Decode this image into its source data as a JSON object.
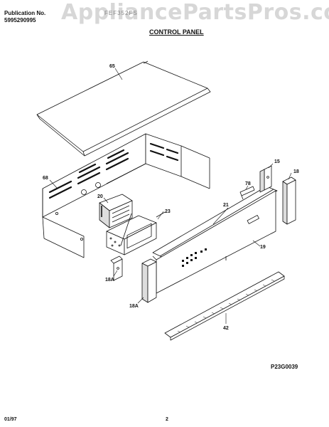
{
  "header": {
    "publication_label": "Publication No.",
    "publication_number": "5995290995",
    "model": "FEF352FS",
    "section_title": "CONTROL PANEL",
    "watermark": "AppliancePartsPros.com"
  },
  "parts": [
    {
      "ref": "65"
    },
    {
      "ref": "68"
    },
    {
      "ref": "20"
    },
    {
      "ref": "23"
    },
    {
      "ref": "18A"
    },
    {
      "ref": "18A"
    },
    {
      "ref": "21"
    },
    {
      "ref": "78"
    },
    {
      "ref": "15"
    },
    {
      "ref": "18"
    },
    {
      "ref": "19"
    },
    {
      "ref": "42"
    }
  ],
  "footer": {
    "diagram_code": "P23G0039",
    "date_code": "01/97",
    "page_number": "2"
  }
}
